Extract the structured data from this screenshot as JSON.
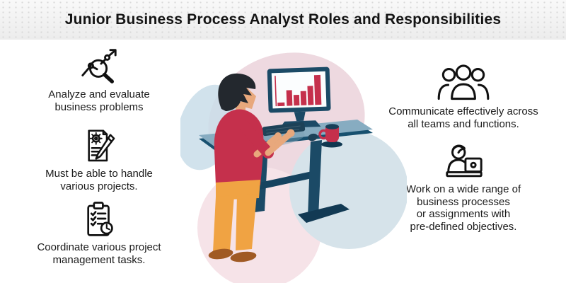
{
  "header": {
    "title": "Junior Business Process Analyst Roles and Responsibilities"
  },
  "left_items": [
    {
      "icon": "analysis-magnifier-icon",
      "lines": [
        "Analyze and evaluate",
        "business problems"
      ]
    },
    {
      "icon": "document-gear-pencil-icon",
      "lines": [
        "Must be able to handle",
        "various projects."
      ]
    },
    {
      "icon": "clipboard-checklist-clock-icon",
      "lines": [
        "Coordinate various project",
        "management tasks."
      ]
    }
  ],
  "right_items": [
    {
      "icon": "team-group-icon",
      "lines": [
        "Communicate effectively across",
        "all teams and functions."
      ]
    },
    {
      "icon": "person-laptop-icon",
      "lines": [
        "Work on a wide range of",
        "business processes",
        "or assignments with",
        "pre-defined objectives."
      ]
    }
  ],
  "colors": {
    "ink": "#1b1b1b",
    "icon_ink": "#111111",
    "accent_red": "#c5304c",
    "navy": "#1b4a66",
    "desk_blue": "#87acc1",
    "pants_orange": "#f0a343",
    "skin": "#e8a87c",
    "hair": "#23282e",
    "shoe_brown": "#a05a24",
    "blob_pink": "#eed9e0",
    "blob_blue": "#c9dde9",
    "blob_pink_light": "#f6e3e8",
    "blob_gray_blue": "#d6e3ea"
  }
}
